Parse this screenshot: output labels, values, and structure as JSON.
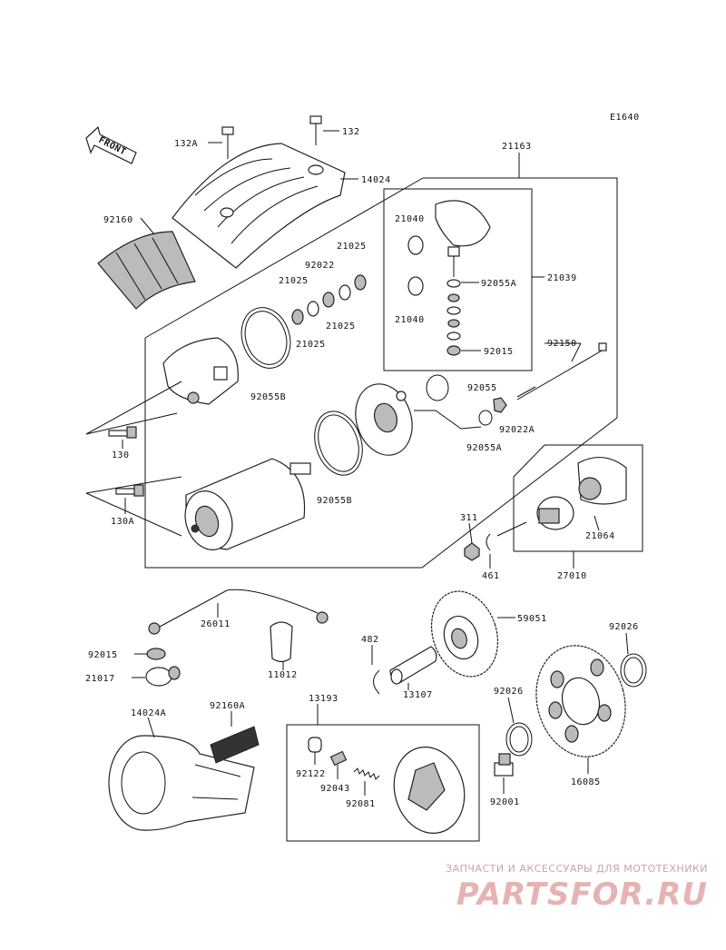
{
  "diagram_code": "E1640",
  "front_label": "FRONT",
  "parts": {
    "p132A": "132A",
    "p132": "132",
    "p14024": "14024",
    "p21163": "21163",
    "p92160": "92160",
    "p21040a": "21040",
    "p21025a": "21025",
    "p92022": "92022",
    "p21025b": "21025",
    "p21025c": "21025",
    "p21025d": "21025",
    "p92055A": "92055A",
    "p21039": "21039",
    "p21040b": "21040",
    "p92015a": "92015",
    "p92150": "92150",
    "p92055B": "92055B",
    "p92055": "92055",
    "p92022A": "92022A",
    "p92055A2": "92055A",
    "p130": "130",
    "p92055B2": "92055B",
    "p130A": "130A",
    "p311": "311",
    "p21064": "21064",
    "p461": "461",
    "p27010": "27010",
    "p26011": "26011",
    "p59051": "59051",
    "p92026a": "92026",
    "p92015b": "92015",
    "p482": "482",
    "p11012": "11012",
    "p21017": "21017",
    "p13107": "13107",
    "p13193": "13193",
    "p92026b": "92026",
    "p14024A": "14024A",
    "p92160A": "92160A",
    "p92122": "92122",
    "p92043": "92043",
    "p92081": "92081",
    "p92001": "92001",
    "p16085": "16085"
  },
  "watermark": {
    "tagline": "ЗАПЧАСТИ И АКСЕССУАРЫ ДЛЯ МОТОТЕХНИКИ",
    "logo": "PARTSFOR.RU"
  }
}
